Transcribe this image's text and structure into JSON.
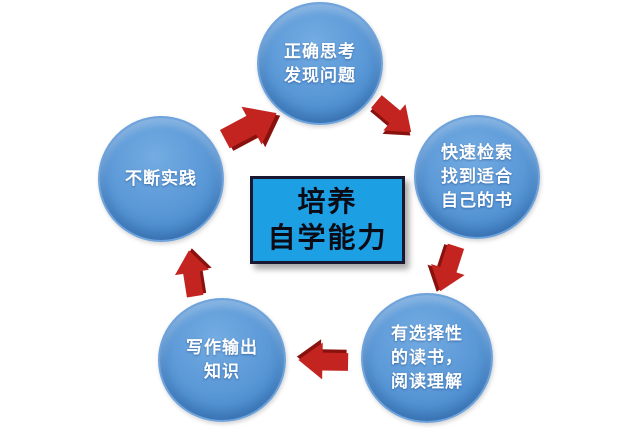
{
  "diagram": {
    "center": {
      "label": "培养\n自学能力"
    },
    "nodes": [
      {
        "id": "correct-thinking",
        "position": "top",
        "label": "正确思考\n发现问题"
      },
      {
        "id": "quick-search",
        "position": "right",
        "label": "快速检索\n找到适合\n自己的书"
      },
      {
        "id": "selective-reading",
        "position": "bottom-right",
        "label": "有选择性\n的读书，\n阅读理解"
      },
      {
        "id": "writing-output",
        "position": "bottom-left",
        "label": "写作输出\n知识"
      },
      {
        "id": "constant-practice",
        "position": "left",
        "label": "不断实践"
      }
    ],
    "arrows": [
      {
        "name": "cycle-arrow-icon",
        "from": "constant-practice",
        "to": "correct-thinking",
        "direction": "up-right"
      },
      {
        "name": "cycle-arrow-icon",
        "from": "correct-thinking",
        "to": "quick-search",
        "direction": "down-right"
      },
      {
        "name": "cycle-arrow-icon",
        "from": "quick-search",
        "to": "selective-reading",
        "direction": "down-left"
      },
      {
        "name": "cycle-arrow-icon",
        "from": "selective-reading",
        "to": "writing-output",
        "direction": "left"
      },
      {
        "name": "cycle-arrow-icon",
        "from": "writing-output",
        "to": "constant-practice",
        "direction": "up"
      }
    ]
  },
  "theme": {
    "background": "#FFFFFF",
    "node-fill": "#4E8FD0",
    "node-fill-light": "#74ACE2",
    "node-border": "#6FA3DC",
    "node-text": "#FFFFFF",
    "center-fill": "#1D9FE3",
    "center-border": "#181830",
    "center-text": "#0B0B16",
    "arrow-main": "#C42420",
    "arrow-dark": "#8A120E"
  }
}
